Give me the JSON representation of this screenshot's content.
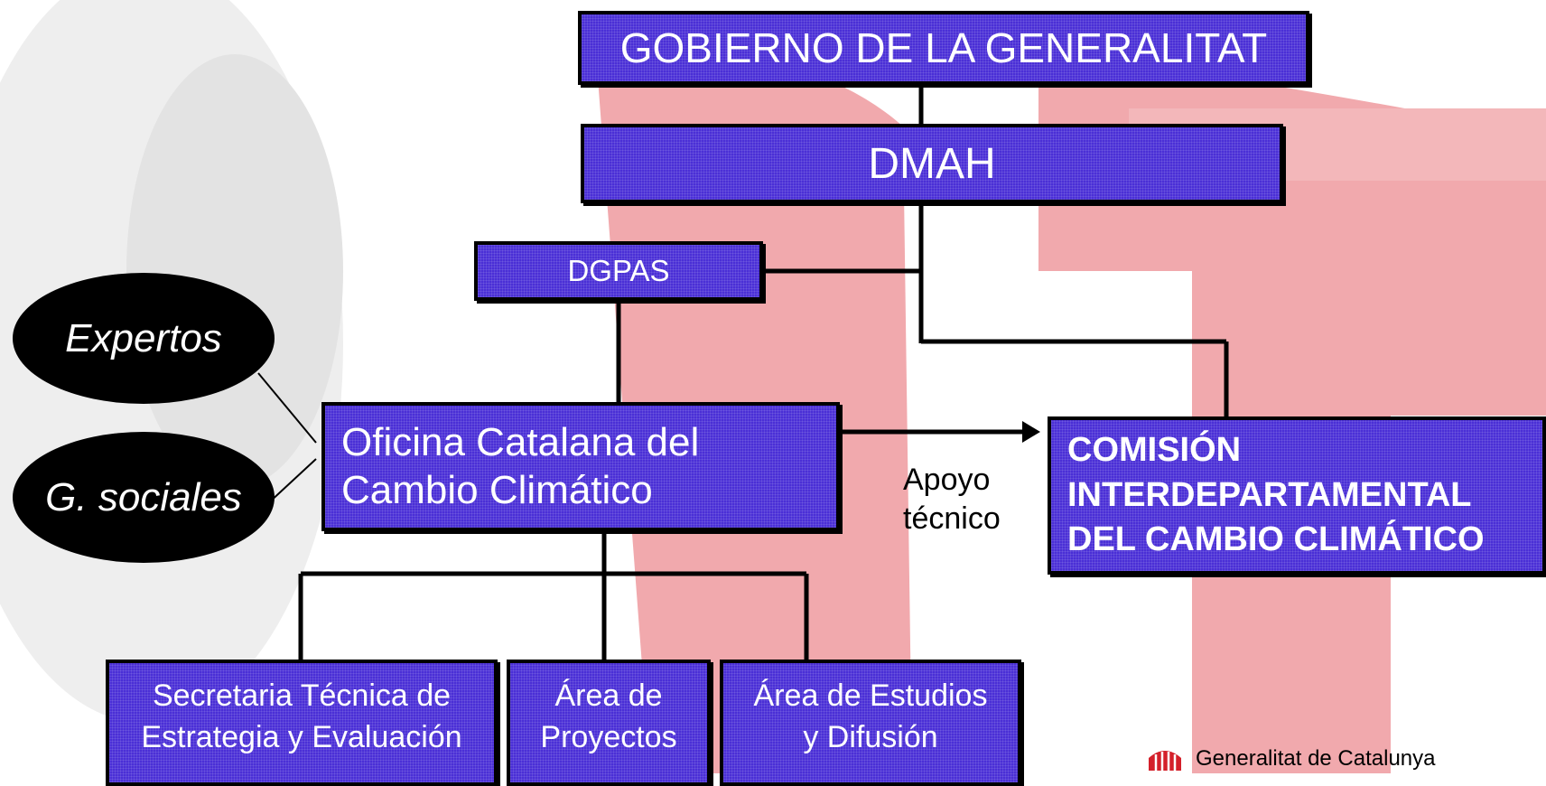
{
  "org_chart": {
    "gobierno": "GOBIERNO DE LA GENERALITAT",
    "dmah": "DMAH",
    "dgpas": "DGPAS",
    "oficina": "Oficina Catalana del\nCambio Climático",
    "comision": "COMISIÓN\nINTERDEPARTAMENTAL\nDEL CAMBIO CLIMÁTICO",
    "apoyo": "Apoyo\ntécnico",
    "secretaria": "Secretaria Técnica de\nEstrategia y Evaluación",
    "proyectos": "Área de\nProyectos",
    "estudios": "Área de Estudios\ny Difusión"
  },
  "stakeholders": {
    "expertos": "Expertos",
    "sociales": "G. sociales"
  },
  "footer": {
    "org_name": "Generalitat de Catalunya"
  },
  "colors": {
    "box_fill": "#4a2fd6",
    "watermark": "#f1a9ad",
    "oval_fill": "#000000",
    "logo": "#d4202a"
  },
  "icons": {
    "logo": "senyera-logo-icon"
  }
}
